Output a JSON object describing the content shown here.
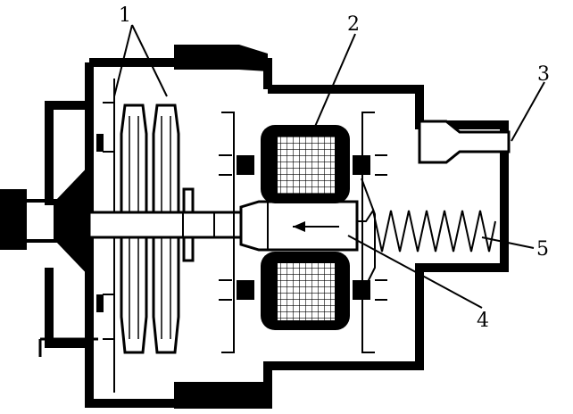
{
  "diagram": {
    "colors": {
      "ink": "#000000",
      "paper": "#ffffff"
    },
    "callouts": [
      {
        "id": "c1",
        "label": "1"
      },
      {
        "id": "c2",
        "label": "2"
      },
      {
        "id": "c3",
        "label": "3"
      },
      {
        "id": "c4",
        "label": "4"
      },
      {
        "id": "c5",
        "label": "5"
      }
    ]
  }
}
